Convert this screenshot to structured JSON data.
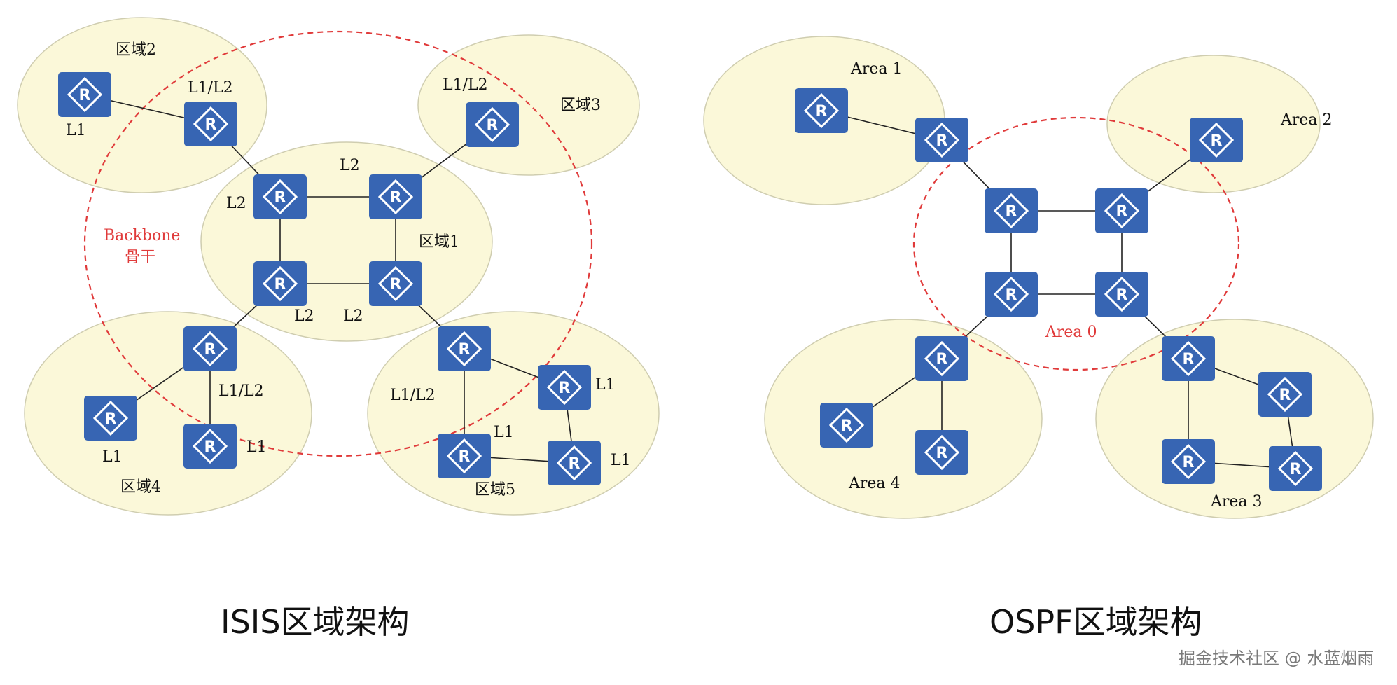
{
  "isis": {
    "areas": {
      "area2": "区域2",
      "area3": "区域3",
      "area1": "区域1",
      "area4": "区域4",
      "area5": "区域5"
    },
    "backbone": {
      "line1": "Backbone",
      "line2": "骨干"
    },
    "levels": {
      "l1": "L1",
      "l12": "L1/L2",
      "l2": "L2"
    },
    "caption": "ISIS区域架构"
  },
  "ospf": {
    "areas": {
      "area1": "Area 1",
      "area2": "Area 2",
      "area0": "Area 0",
      "area4": "Area 4",
      "area3": "Area 3"
    },
    "caption": "OSPF区域架构"
  },
  "router_glyph": "R",
  "watermark": "掘金技术社区 @ 水蓝烟雨",
  "colors": {
    "router": "#3765b3",
    "area_fill": "#fbf8d9",
    "backbone": "#e03a3a"
  }
}
